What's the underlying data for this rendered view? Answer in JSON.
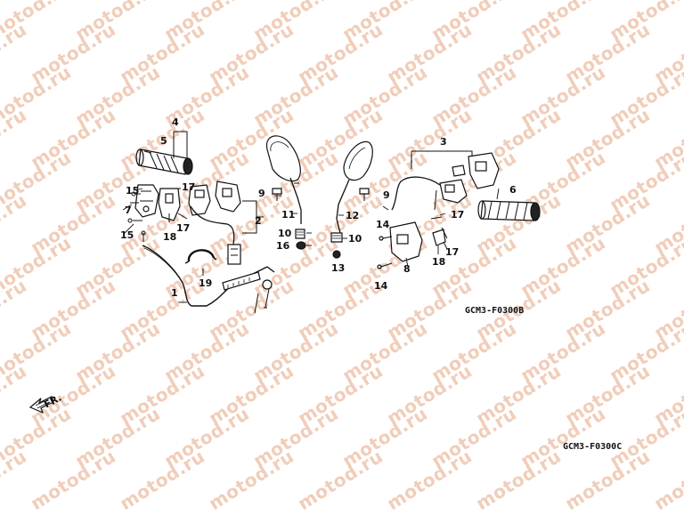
{
  "watermark": {
    "text": "motod.ru",
    "color": "#f1cdb9"
  },
  "diagram_code_1": "GCM3-F0300B",
  "diagram_code_2": "GCM3-F0300C",
  "fr_label": "FR.",
  "callouts": {
    "c1": "1",
    "c2": "2",
    "c3": "3",
    "c4": "4",
    "c5": "5",
    "c6": "6",
    "c7": "7",
    "c8": "8",
    "c9a": "9",
    "c9b": "9",
    "c10a": "10",
    "c10b": "10",
    "c11": "11",
    "c12": "12",
    "c13": "13",
    "c14a": "14",
    "c14b": "14",
    "c15a": "15",
    "c15b": "15",
    "c16": "16",
    "c17a": "17",
    "c17b": "17",
    "c17c": "17",
    "c17d": "17",
    "c18a": "18",
    "c18b": "18",
    "c19": "19"
  }
}
